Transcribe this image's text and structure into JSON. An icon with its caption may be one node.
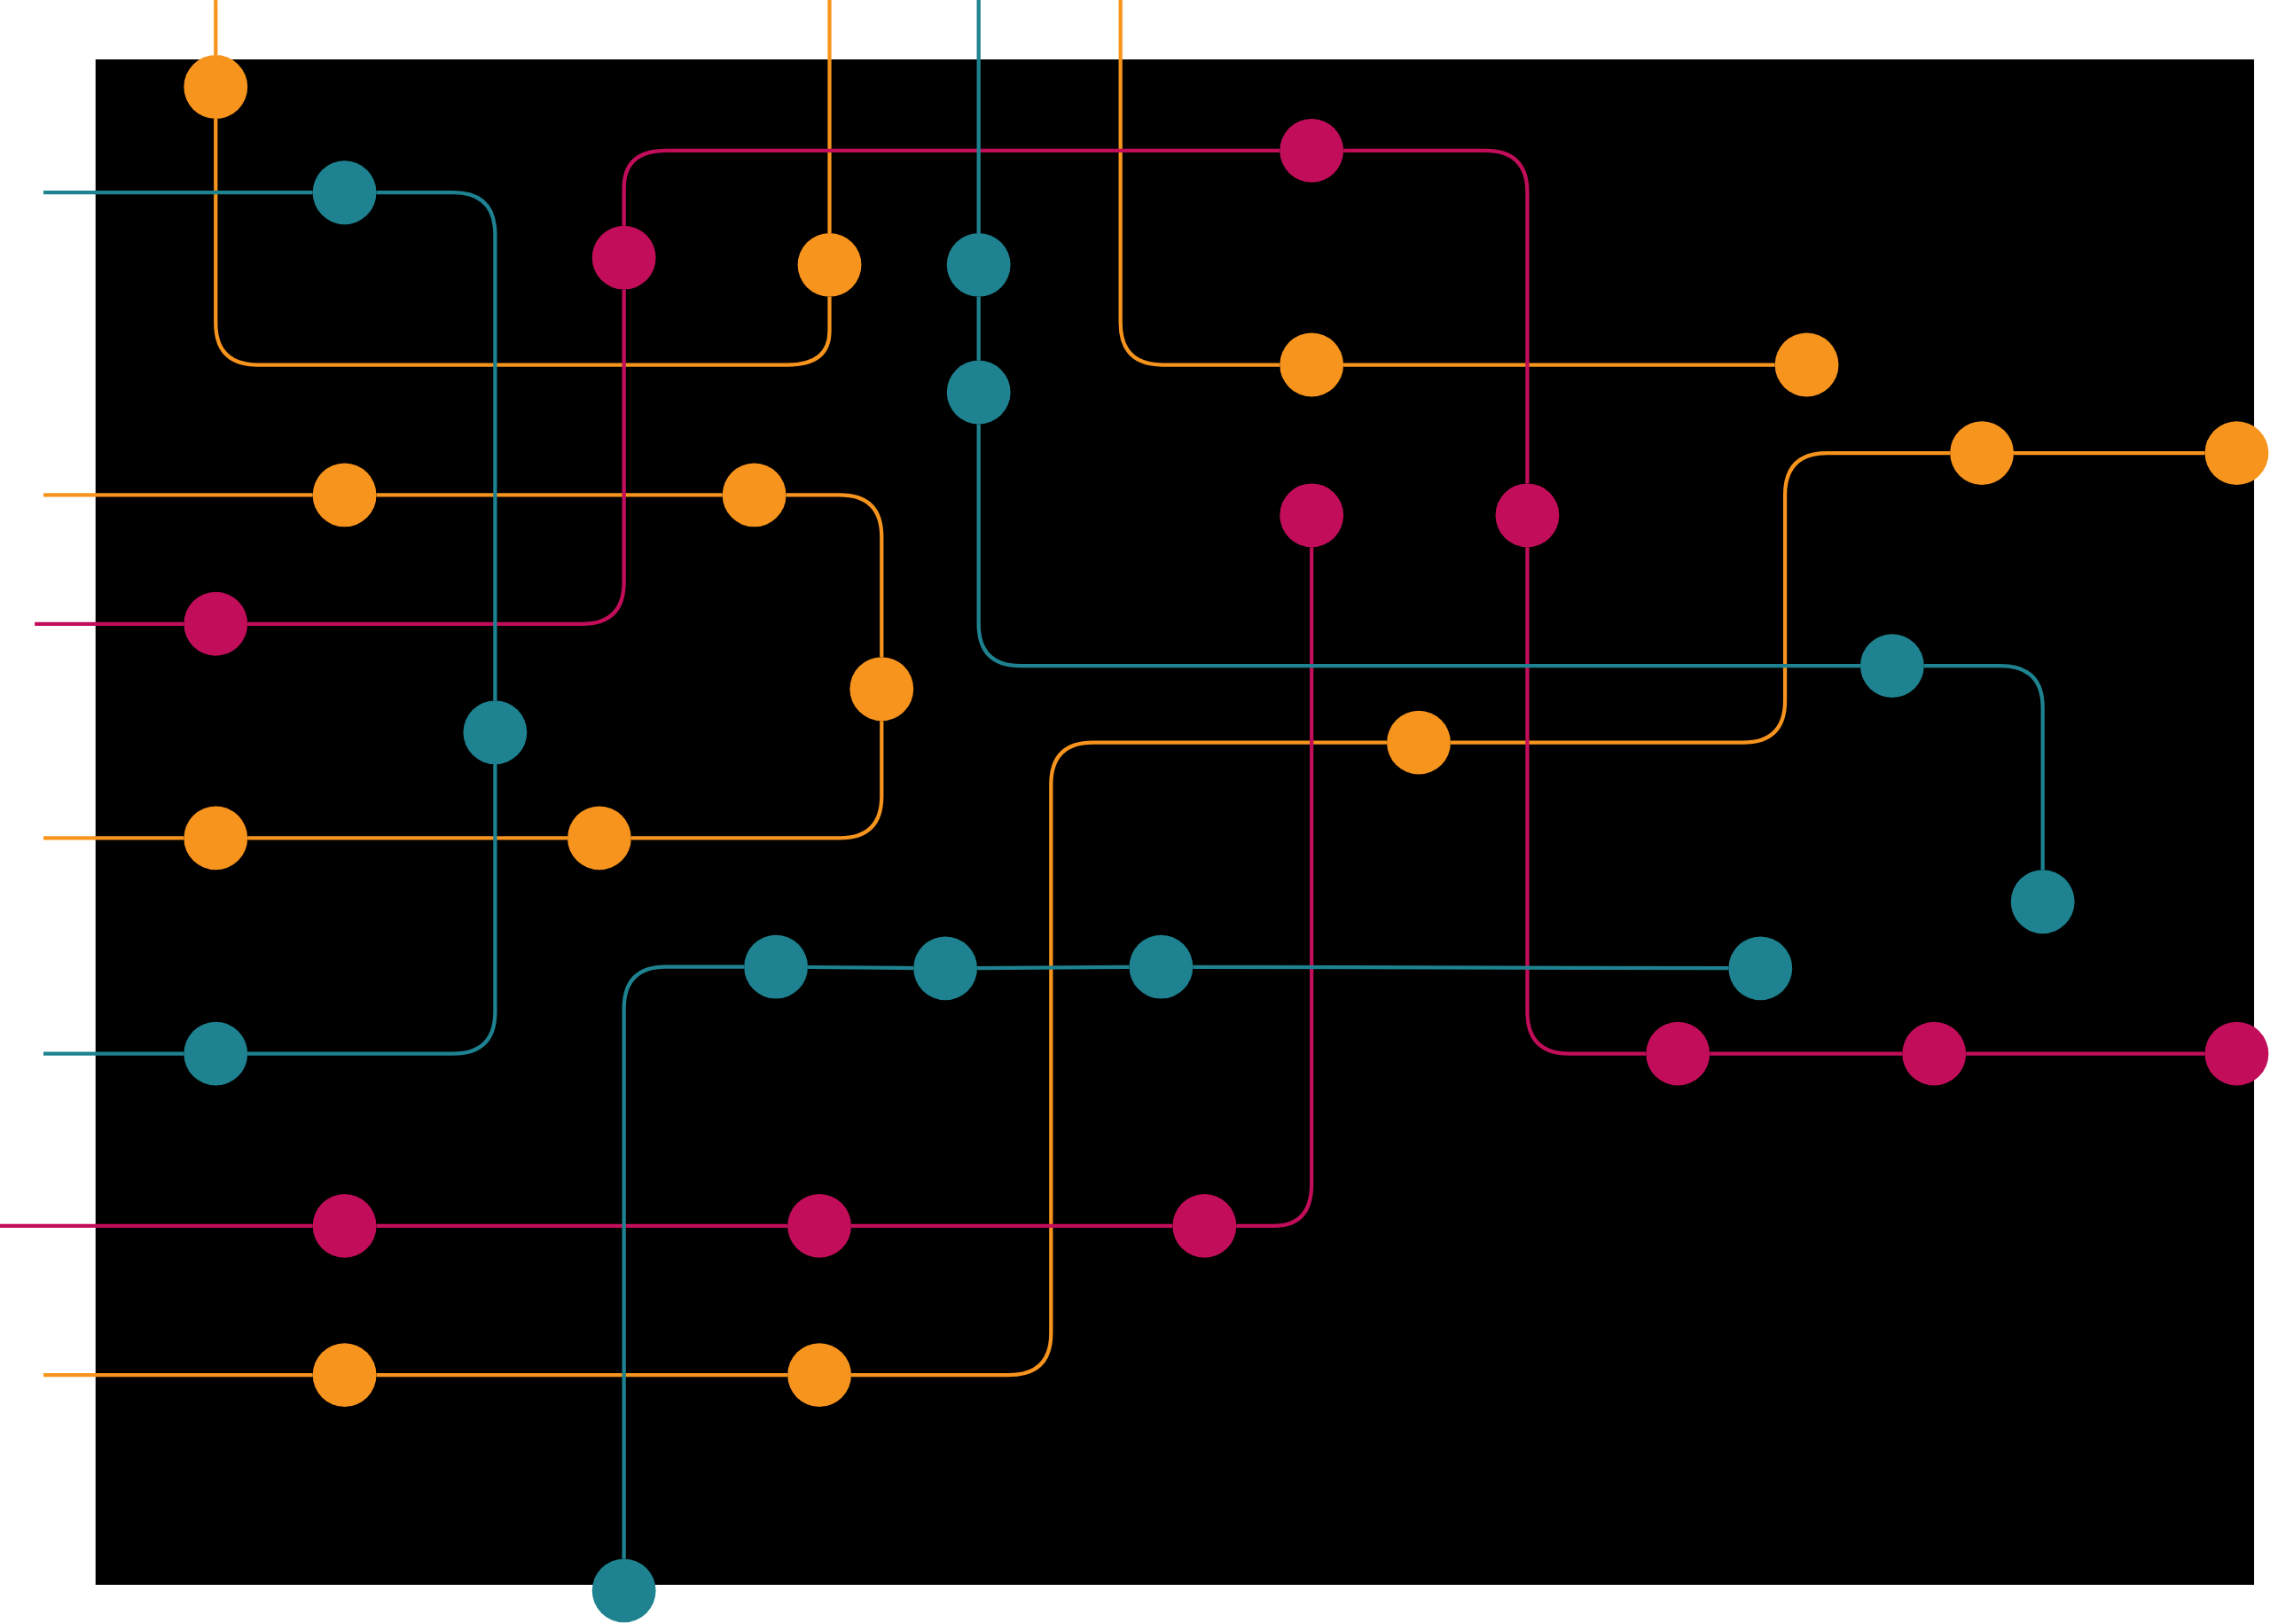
{
  "diagram": {
    "nodes": [
      {
        "text": [],
        "shape": "circle"
      },
      {
        "text": [],
        "shape": "circle"
      },
      {
        "text": [],
        "shape": "circle"
      },
      {
        "text": [],
        "shape": "circle"
      },
      {
        "text": [],
        "shape": "circle"
      },
      {
        "text": [],
        "shape": "circle"
      },
      {
        "text": [],
        "shape": "circle"
      },
      {
        "text": [],
        "shape": "circle"
      },
      {
        "text": [],
        "shape": "circle"
      },
      {
        "text": [],
        "shape": "circle"
      },
      {
        "text": [],
        "shape": "circle"
      },
      {
        "text": [],
        "shape": "circle"
      },
      {
        "text": [],
        "shape": "circle"
      },
      {
        "text": [],
        "shape": "circle"
      },
      {
        "text": [],
        "shape": "circle"
      },
      {
        "text": [],
        "shape": "circle"
      },
      {
        "text": [],
        "shape": "circle"
      },
      {
        "text": [],
        "shape": "circle"
      },
      {
        "text": [],
        "shape": "circle"
      },
      {
        "text": [],
        "shape": "circle"
      },
      {
        "text": [],
        "shape": "circle"
      },
      {
        "text": [],
        "shape": "circle"
      },
      {
        "text": [],
        "shape": "circle"
      },
      {
        "text": [],
        "shape": "circle"
      },
      {
        "text": [],
        "shape": "circle"
      },
      {
        "text": [],
        "shape": "circle"
      },
      {
        "text": [],
        "shape": "circle"
      },
      {
        "text": [],
        "shape": "circle"
      },
      {
        "text": [],
        "shape": "circle"
      },
      {
        "text": [],
        "shape": "circle"
      },
      {
        "text": [],
        "shape": "circle"
      },
      {
        "text": [],
        "shape": "circle"
      },
      {
        "text": [],
        "shape": "circle"
      },
      {
        "text": [],
        "shape": "circle"
      },
      {
        "text": [],
        "shape": "circle"
      },
      {
        "text": [],
        "shape": "circle"
      },
      {
        "text": [],
        "shape": "circle"
      }
    ],
    "edges": [
      {
        "from": null,
        "to": 0,
        "arrow": "none"
      },
      {
        "from": 0,
        "to": 4,
        "arrow": "none"
      },
      {
        "from": 4,
        "to": null,
        "arrow": "none"
      },
      {
        "from": null,
        "to": 6,
        "arrow": "none"
      },
      {
        "from": 6,
        "to": 7,
        "arrow": "none"
      },
      {
        "from": null,
        "to": 11,
        "arrow": "none"
      },
      {
        "from": 11,
        "to": 12,
        "arrow": "none"
      },
      {
        "from": 12,
        "to": 17,
        "arrow": "none"
      },
      {
        "from": 17,
        "to": 21,
        "arrow": "none"
      },
      {
        "from": 21,
        "to": 20,
        "arrow": "none"
      },
      {
        "from": 20,
        "to": null,
        "arrow": "none"
      },
      {
        "from": 10,
        "to": 9,
        "arrow": "none"
      },
      {
        "from": 9,
        "to": 19,
        "arrow": "none"
      },
      {
        "from": 19,
        "to": 35,
        "arrow": "none"
      },
      {
        "from": 35,
        "to": 34,
        "arrow": "none"
      },
      {
        "from": 34,
        "to": null,
        "arrow": "none"
      },
      {
        "from": null,
        "to": 15,
        "arrow": "none",
        "color": "#c20e5a"
      },
      {
        "from": 15,
        "to": 3,
        "arrow": "none",
        "color": "#c20e5a"
      },
      {
        "from": 3,
        "to": 1,
        "arrow": "none",
        "color": "#c20e5a"
      },
      {
        "from": 1,
        "to": 14,
        "arrow": "none",
        "color": "#c20e5a"
      },
      {
        "from": 14,
        "to": 28,
        "arrow": "none",
        "color": "#c20e5a"
      },
      {
        "from": 28,
        "to": 29,
        "arrow": "none",
        "color": "#c20e5a"
      },
      {
        "from": 29,
        "to": 30,
        "arrow": "none",
        "color": "#c20e5a"
      },
      {
        "from": null,
        "to": 31,
        "arrow": "none",
        "color": "#c20e5a"
      },
      {
        "from": 31,
        "to": 32,
        "arrow": "none",
        "color": "#c20e5a"
      },
      {
        "from": 32,
        "to": 33,
        "arrow": "none",
        "color": "#c20e5a"
      },
      {
        "from": 33,
        "to": 13,
        "arrow": "none",
        "color": "#c20e5a"
      },
      {
        "from": null,
        "to": 2,
        "arrow": "none",
        "color": "#1e8290"
      },
      {
        "from": 2,
        "to": 18,
        "arrow": "none",
        "color": "#1e8290"
      },
      {
        "from": 18,
        "to": 27,
        "arrow": "none",
        "color": "#1e8290"
      },
      {
        "from": 27,
        "to": null,
        "arrow": "none",
        "color": "#1e8290"
      },
      {
        "from": null,
        "to": 5,
        "arrow": "none",
        "color": "#1e8290"
      },
      {
        "from": 5,
        "to": 8,
        "arrow": "none",
        "color": "#1e8290"
      },
      {
        "from": 8,
        "to": 16,
        "arrow": "none",
        "color": "#1e8290"
      },
      {
        "from": 16,
        "to": 22,
        "arrow": "none",
        "color": "#1e8290"
      },
      {
        "from": 36,
        "to": 23,
        "arrow": "none",
        "color": "#1e8290"
      },
      {
        "from": 23,
        "to": 24,
        "arrow": "none",
        "color": "#1e8290"
      },
      {
        "from": 24,
        "to": 25,
        "arrow": "none",
        "color": "#1e8290"
      },
      {
        "from": 25,
        "to": 26,
        "arrow": "none",
        "color": "#1e8290"
      }
    ]
  }
}
